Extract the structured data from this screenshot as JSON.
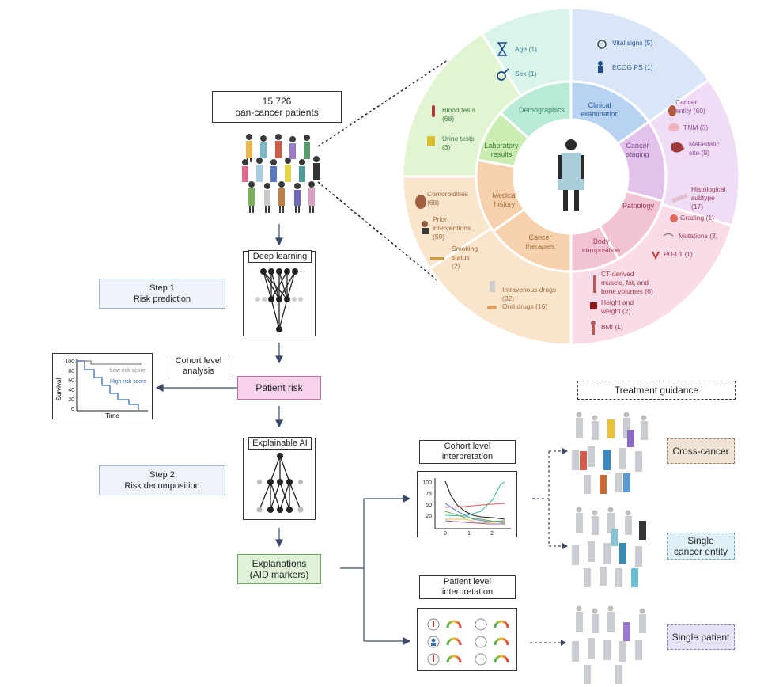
{
  "patients_box": {
    "line1": "15,726",
    "line2": "pan-cancer patients"
  },
  "deep_learning": {
    "label": "Deep learning"
  },
  "step1": {
    "line1": "Step 1",
    "line2": "Risk prediction"
  },
  "cohort_analysis": {
    "line1": "Cohort level",
    "line2": "analysis"
  },
  "patient_risk": {
    "label": "Patient risk"
  },
  "survival_plot": {
    "ylabel": "Survival",
    "xlabel": "Time",
    "yticks": [
      "100",
      "80",
      "60",
      "40",
      "20",
      "0"
    ],
    "low_label": "Low risk score",
    "high_label": "High risk score",
    "colors": {
      "low": "#888888",
      "high": "#3a6db5"
    }
  },
  "explainable_ai": {
    "label": "Explainable AI"
  },
  "step2": {
    "line1": "Step 2",
    "line2": "Risk decomposition"
  },
  "explanations": {
    "line1": "Explanations",
    "line2": "(AID markers)"
  },
  "cohort_interp": {
    "line1": "Cohort level",
    "line2": "interpretation",
    "yticks": [
      "100",
      "75",
      "50",
      "25"
    ],
    "xticks": [
      "0",
      "1",
      "2"
    ]
  },
  "patient_interp": {
    "line1": "Patient level",
    "line2": "interpretation"
  },
  "treatment_guidance": {
    "label": "Treatment guidance"
  },
  "guidance_tags": {
    "cross": "Cross-cancer",
    "single_entity_1": "Single",
    "single_entity_2": "cancer entity",
    "single_patient": "Single patient"
  },
  "wheel": {
    "inner": {
      "demographics": "Demographics",
      "clinical_1": "Clinical",
      "clinical_2": "examination",
      "cancer_staging_1": "Cancer",
      "cancer_staging_2": "staging",
      "pathology": "Pathology",
      "body_comp_1": "Body",
      "body_comp_2": "composition",
      "therapies_1": "Cancer",
      "therapies_2": "therapies",
      "medical_history_1": "Medical",
      "medical_history_2": "history",
      "laboratory_1": "Laboratory",
      "laboratory_2": "results"
    },
    "outer": {
      "age": "Age (1)",
      "sex": "Sex (1)",
      "vital": "Vital signs (5)",
      "ecog": "ECOG PS (1)",
      "entity_1": "Cancer",
      "entity_2": "entity (60)",
      "tnm": "TNM (3)",
      "meta_1": "Metastatic",
      "meta_2": "site (9)",
      "hist_1": "Histological",
      "hist_2": "subtype",
      "hist_3": "(17)",
      "grading": "Grading (1)",
      "mutations": "Mutations (3)",
      "pdl1": "PD-L1 (1)",
      "ct_1": "CT-derived",
      "ct_2": "muscle, fat, and",
      "ct_3": "bone  volumes (6)",
      "hw_1": "Height and",
      "hw_2": "weight (2)",
      "bmi": "BMI (1)",
      "iv_1": "Intravenous drugs",
      "iv_2": "(32)",
      "oral": "Oral drugs (16)",
      "comorb_1": "Comorbidities",
      "comorb_2": "(68)",
      "prior_1": "Prior",
      "prior_2": "interventions",
      "prior_3": "(50)",
      "smoking_1": "Smoking",
      "smoking_2": "status",
      "smoking_3": "(2)",
      "blood_1": "Blood tests",
      "blood_2": "(68)",
      "urine_1": "Urine tests",
      "urine_2": "(3)"
    },
    "colors": {
      "demographics": "#d9f5e9",
      "clinical": "#d8e6f8",
      "staging": "#f0dcf4",
      "pathology": "#f9dce7",
      "therapies": "#fbe4cc",
      "history": "#fbe4cc",
      "laboratory": "#e2f5d2",
      "demographics_inner": "#b8ead4",
      "clinical_inner": "#b8d3f2",
      "staging_inner": "#e2c2ea",
      "pathology_inner": "#f2c3d5",
      "therapies_inner": "#f7d1ae",
      "history_inner": "#f7d1ae",
      "laboratory_inner": "#cbedb3"
    }
  }
}
